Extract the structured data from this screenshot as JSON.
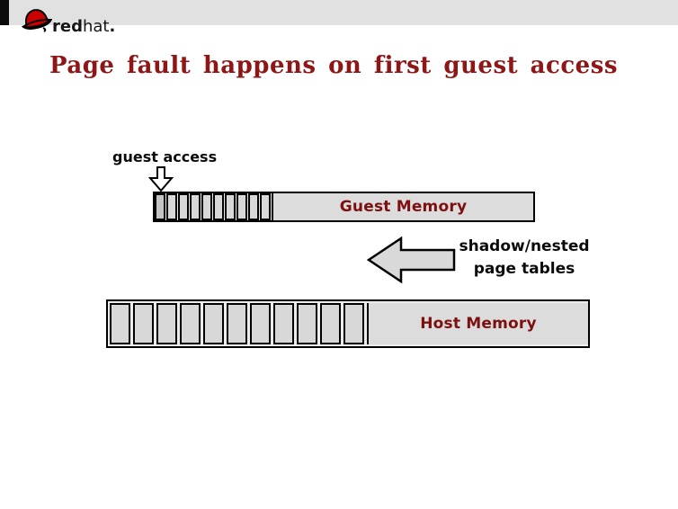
{
  "header": {
    "logo_bold": "red",
    "logo_light": "hat",
    "logo_dot": "."
  },
  "title": "Page fault happens on first guest access",
  "diagram": {
    "guest_access_label": "guest access",
    "guest_memory": {
      "label": "Guest Memory",
      "cells": 10
    },
    "page_tables_label": {
      "line1": "shadow/nested",
      "line2": "page tables"
    },
    "host_memory": {
      "label": "Host Memory",
      "cells": 11
    }
  },
  "colors": {
    "title_red": "#8e1616",
    "memory_label_red": "#7d0f0f",
    "hat_red": "#cc0000",
    "bar_fill": "#dcdcdc",
    "header_band": "#e1e1e1",
    "border_black": "#000000"
  }
}
